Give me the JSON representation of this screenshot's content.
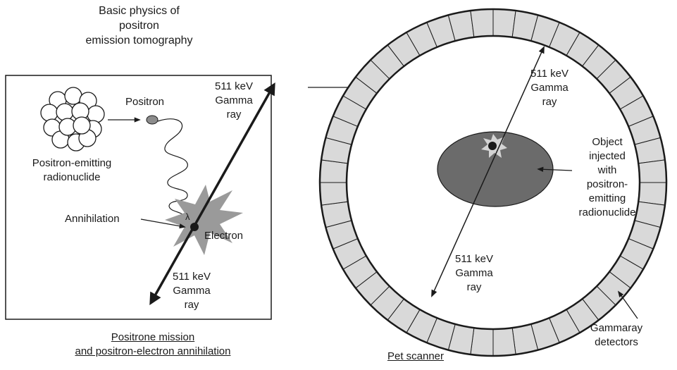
{
  "title": {
    "line1": "Basic physics of",
    "line2": "positron",
    "line3": "emission tomography"
  },
  "left_panel": {
    "positron": "Positron",
    "radionuclide": {
      "line1": "Positron-emitting",
      "line2": "radionuclide"
    },
    "annihilation": "Annihilation",
    "electron": "Electron",
    "wavelength_symbol": "λ",
    "gamma_top": {
      "line1": "511 keV",
      "line2": "Gamma",
      "line3": "ray"
    },
    "gamma_bottom": {
      "line1": "511 keV",
      "line2": "Gamma",
      "line3": "ray"
    },
    "caption": {
      "line1": "Positrone mission",
      "line2": "and positron-electron annihilation"
    }
  },
  "right_panel": {
    "gamma_top": {
      "line1": "511 keV",
      "line2": "Gamma",
      "line3": "ray"
    },
    "gamma_bottom": {
      "line1": "511 keV",
      "line2": "Gamma",
      "line3": "ray"
    },
    "object": {
      "line1": "Object",
      "line2": "injected",
      "line3": "with",
      "line4": "positron-",
      "line5": "emitting",
      "line6": "radionuclide"
    },
    "detectors": {
      "line1": "Gammaray",
      "line2": "detectors"
    },
    "caption": "Pet scanner",
    "detector_count": 48
  },
  "colors": {
    "ink": "#1a1a1a",
    "detector_fill": "#d9d9d9",
    "object_fill": "#6b6b6b",
    "burst_fill": "#9a9a9a",
    "nucleus_fill": "#ffffff"
  }
}
